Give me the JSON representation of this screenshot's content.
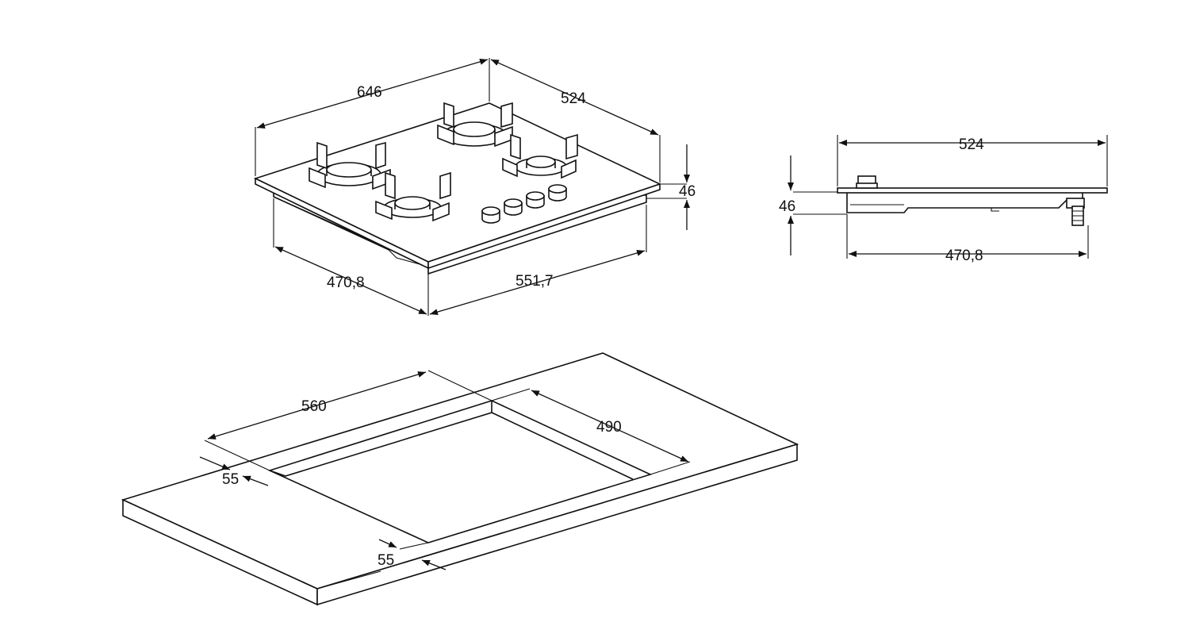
{
  "top_view": {
    "width": "646",
    "depth": "524",
    "height": "46",
    "cut_depth": "470,8",
    "cut_width": "551,7"
  },
  "side_view": {
    "depth": "524",
    "height": "46",
    "cut_depth": "470,8"
  },
  "cutout": {
    "width": "560",
    "depth": "490",
    "margin_left": "55",
    "margin_front": "55"
  },
  "colors": {
    "line": "#111111",
    "background": "#ffffff"
  }
}
